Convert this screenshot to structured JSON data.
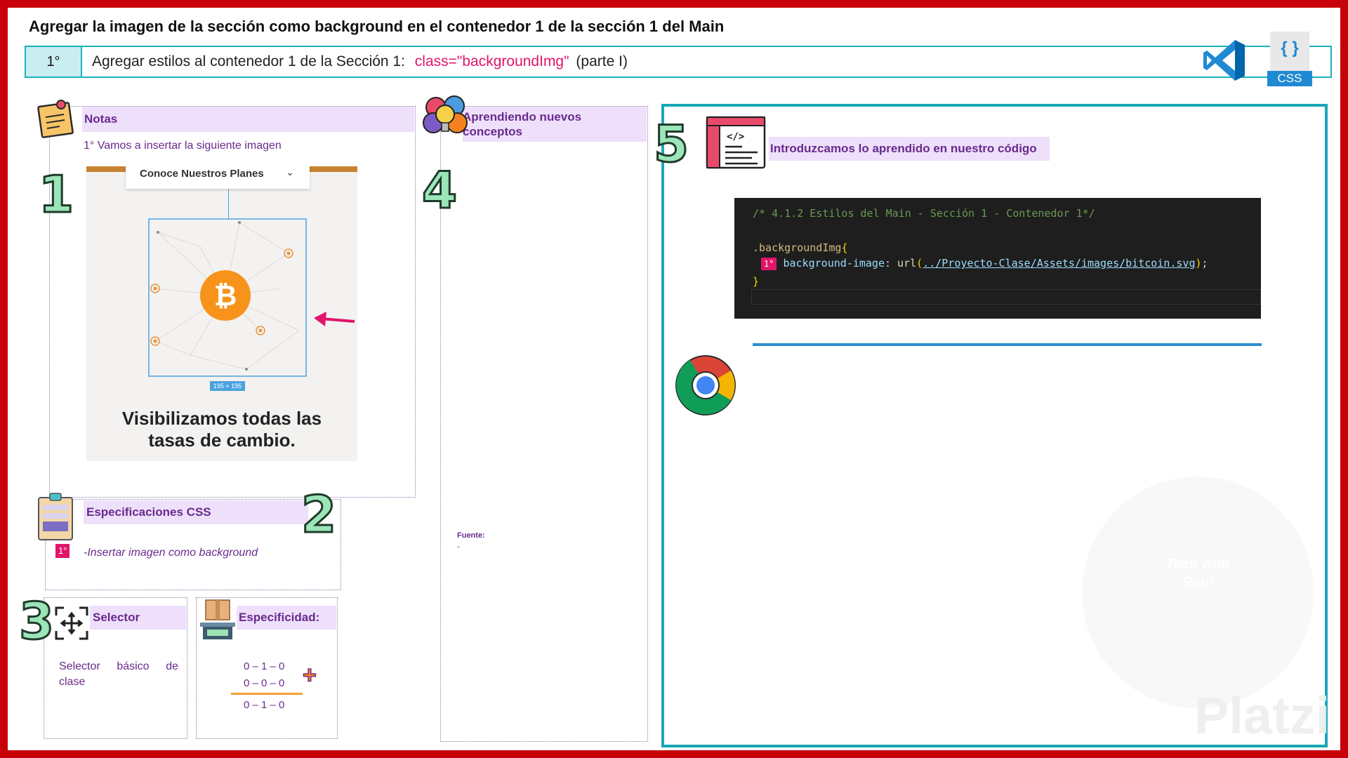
{
  "title": "Agregar la imagen de la sección como background en el contenedor 1 de la sección 1 del Main",
  "step": {
    "number": "1°",
    "text": "Agregar estilos al contenedor 1 de la Sección 1:",
    "code": "class=\"backgroundImg\"",
    "suffix": "(parte I)"
  },
  "icons": {
    "css_label": "CSS",
    "css_braces": "{ }"
  },
  "notes": {
    "header": "Notas",
    "line": "1° Vamos a insertar la siguiente imagen",
    "image": {
      "dropdown_label": "Conoce Nuestros Planes",
      "size_label": "195 × 195",
      "caption_line1": "Visibilizamos todas las",
      "caption_line2": "tasas de cambio."
    }
  },
  "numbers": {
    "n1": "1",
    "n2": "2",
    "n3": "3",
    "n4": "4",
    "n5": "5"
  },
  "especificaciones": {
    "header": "Especificaciones CSS",
    "badge": "1°",
    "item": "-Insertar imagen como background"
  },
  "selector": {
    "header": "Selector",
    "text": "Selector básico de clase"
  },
  "especificidad": {
    "header": "Especificidad:",
    "row1": "0 – 1 – 0",
    "row2": "0 – 0 – 0",
    "result": "0 – 1 – 0"
  },
  "aprendiendo": {
    "header_line1": "Aprendiendo nuevos",
    "header_line2": "conceptos",
    "fuente_label": "Fuente:",
    "fuente_value": "-"
  },
  "codigo": {
    "header": "Introduzcamos lo aprendido en nuestro código",
    "comment": "/* 4.1.2 Estilos del Main - Sección 1 - Contenedor 1*/",
    "selector": ".backgroundImg",
    "open_brace": "{",
    "badge": "1°",
    "property": "background-image",
    "fn": "url",
    "path": "../Proyecto-Clase/Assets/images/bitcoin.svg",
    "close_brace": "}"
  },
  "watermark": {
    "brand": "Platzi",
    "tech_line1": "Tech with",
    "tech_line2": "Raul"
  },
  "colors": {
    "accent_teal": "#19b3c0",
    "accent_pink": "#e0156b",
    "frame_red": "#c8000a",
    "header_purple": "#eee0fb"
  }
}
